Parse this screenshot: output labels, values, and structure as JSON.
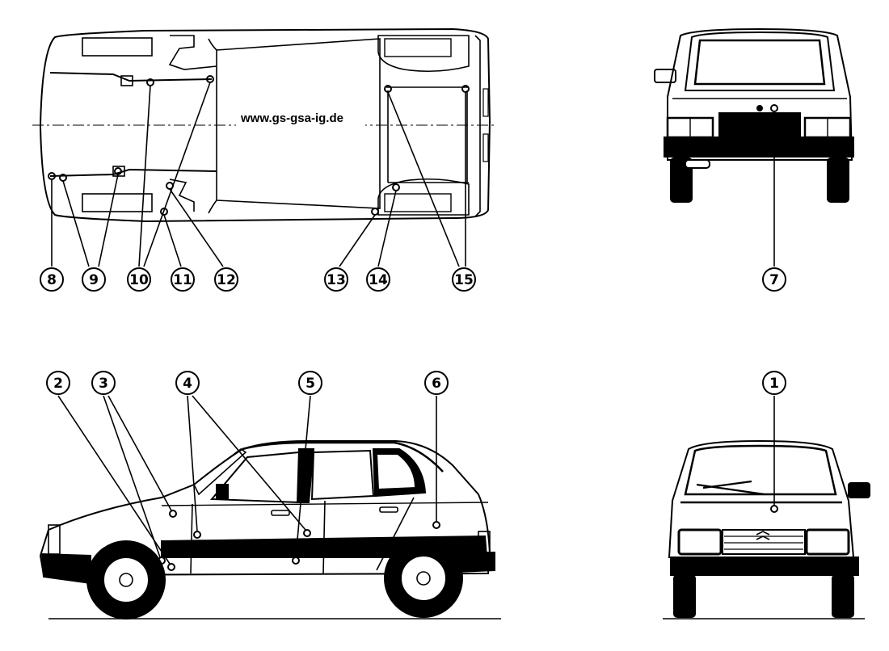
{
  "diagram": {
    "watermark": "www.gs-gsa-ig.de",
    "callouts": {
      "c1": "1",
      "c2": "2",
      "c3": "3",
      "c4": "4",
      "c5": "5",
      "c6": "6",
      "c7": "7",
      "c8": "8",
      "c9": "9",
      "c10": "10",
      "c11": "11",
      "c12": "12",
      "c13": "13",
      "c14": "14",
      "c15": "15"
    },
    "colors": {
      "ink": "#000000",
      "paper": "#ffffff",
      "shade": "#d9d9d9"
    },
    "views": [
      "underbody-plan-view",
      "rear-view",
      "left-side-view",
      "front-view"
    ]
  }
}
